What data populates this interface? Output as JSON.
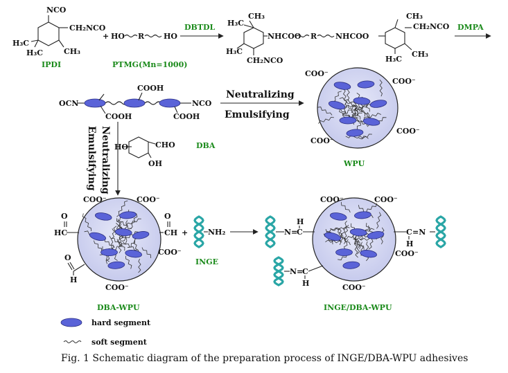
{
  "labels": {
    "ipdi": "IPDI",
    "ptmg": "PTMG(Mn=1000)",
    "dbtdl": "DBTDL",
    "dmpa": "DMPA",
    "dba": "DBA",
    "wpu": "WPU",
    "dba_wpu": "DBA-WPU",
    "inge": "INGE",
    "inge_dba_wpu": "INGE/DBA-WPU"
  },
  "chem": {
    "nco": "NCO",
    "ch2nco": "CH₂NCO",
    "ch3": "CH₃",
    "h3c": "H₃C",
    "plus": "+",
    "ho": "HO",
    "r": "R",
    "nhcoo": "NHCOO",
    "ocn": "OCN",
    "cooh": "COOH",
    "cho": "CHO",
    "oh": "OH",
    "coo": "COO⁻",
    "hc": "HC",
    "ch": "CH",
    "o": "O",
    "h": "H",
    "c": "C",
    "n": "N",
    "nh2": "NH₂",
    "neq": "N=",
    "eqn": "=N"
  },
  "steps": {
    "neutralizing": "Neutralizing",
    "emulsifying": "Emulsifying"
  },
  "legend": {
    "hard": "hard segment",
    "soft": "soft segment"
  },
  "caption": "Fig. 1 Schematic diagram of the preparation process of INGE/DBA-WPU adhesives",
  "colors": {
    "particle_fill": "#cfd2f0",
    "hard_segment": "#5a63d8",
    "chain_teal": "#2aa6a6",
    "label_green": "#1a8a1a"
  }
}
